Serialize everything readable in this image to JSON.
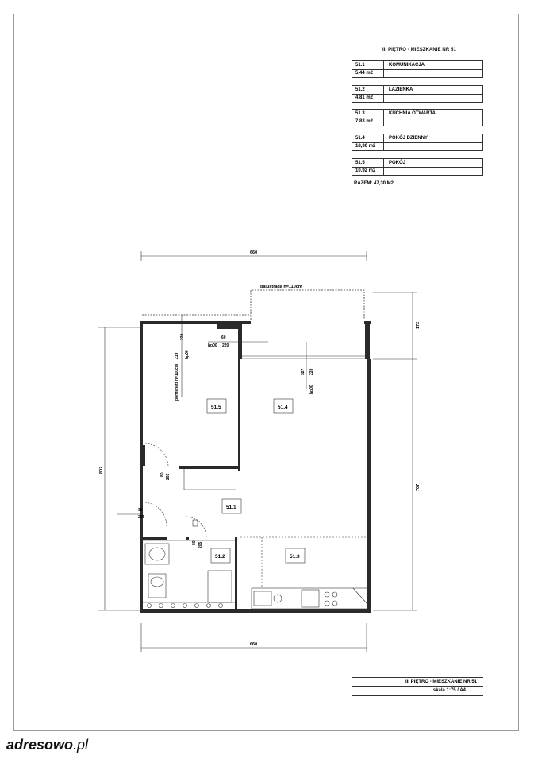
{
  "header": {
    "title": "III PIĘTRO - MIESZKANIE NR 51"
  },
  "rooms": [
    {
      "id": "51.1",
      "area": "5,44 m2",
      "name": "KOMUNIKACJA"
    },
    {
      "id": "51.2",
      "area": "4,81 m2",
      "name": "ŁAZIENKA"
    },
    {
      "id": "51.3",
      "area": "7,83 m2",
      "name": "KUCHNIA OTWARTA"
    },
    {
      "id": "51.4",
      "area": "18,30 m2",
      "name": "POKÓJ DZIENNY"
    },
    {
      "id": "51.5",
      "area": "10,92 m2",
      "name": "POKÓJ"
    }
  ],
  "total": "RAZEM: 47,30 M2",
  "plan": {
    "dim_top": "660",
    "dim_bottom": "660",
    "dim_left": "807",
    "dim_right_top": "172",
    "dim_right_main": "707",
    "balustrade": "balustrada h=110cm",
    "window_left_a": "portfenetr h=110cm",
    "window_left_b": "219",
    "window_left_c": "220",
    "window_left_d": "hp00",
    "window_mid_a": "60",
    "window_mid_b": "220",
    "window_mid_c": "hp00",
    "window_right_a": "327",
    "window_right_b": "220",
    "window_right_c": "hp00",
    "door1_a": "80",
    "door1_b": "205",
    "door_entry_a": "90",
    "door_entry_b": "205",
    "door_bath_a": "80",
    "door_bath_b": "205",
    "room_labels": [
      "51.1",
      "51.2",
      "51.3",
      "51.4",
      "51.5"
    ]
  },
  "stamp": {
    "title": "III PIĘTRO - MIESZKANIE NR 51",
    "scale": "skala 1:75 / A4"
  },
  "logo": {
    "brand": "adresowo",
    "domain": ".pl"
  }
}
